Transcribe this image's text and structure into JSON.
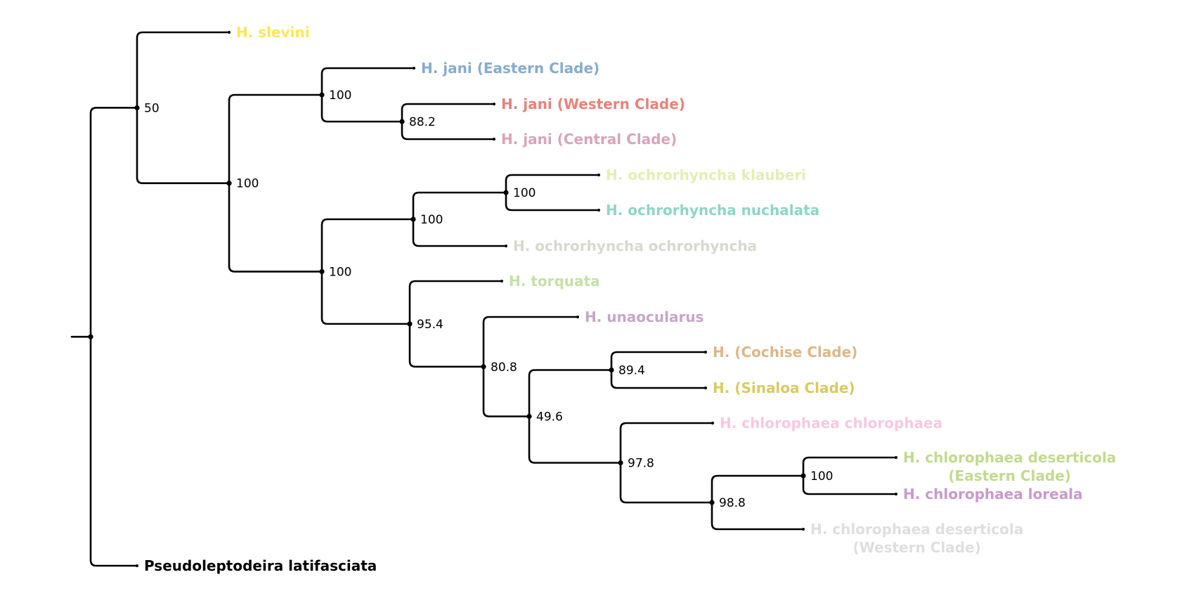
{
  "tree": {
    "tips": [
      {
        "id": "slevini",
        "label": [
          "H. slevini"
        ],
        "color": "#FCE65A"
      },
      {
        "id": "jani_e",
        "label": [
          "H. jani (Eastern Clade)"
        ],
        "color": "#86ACCF"
      },
      {
        "id": "jani_w",
        "label": [
          "H. jani (Western Clade)"
        ],
        "color": "#E88379"
      },
      {
        "id": "jani_c",
        "label": [
          "H. jani (Central Clade)"
        ],
        "color": "#D7A4B8"
      },
      {
        "id": "och_k",
        "label": [
          "H. ochrorhyncha klauberi"
        ],
        "color": "#E3EEB4"
      },
      {
        "id": "och_n",
        "label": [
          "H. ochrorhyncha nuchalata"
        ],
        "color": "#8ED6C6"
      },
      {
        "id": "och_o",
        "label": [
          "H. ochrorhyncha ochrorhyncha"
        ],
        "color": "#D9D8CE"
      },
      {
        "id": "torq",
        "label": [
          "H. torquata"
        ],
        "color": "#C6E0A6"
      },
      {
        "id": "unao",
        "label": [
          "H. unaocularus"
        ],
        "color": "#C6A7C8"
      },
      {
        "id": "coch",
        "label": [
          "H. (Cochise Clade)"
        ],
        "color": "#DDB787"
      },
      {
        "id": "sina",
        "label": [
          "H. (Sinaloa Clade)"
        ],
        "color": "#D9CA63"
      },
      {
        "id": "chl_c",
        "label": [
          "H. chlorophaea chlorophaea"
        ],
        "color": "#F6C8E1"
      },
      {
        "id": "chl_de",
        "label": [
          "H. chlorophaea deserticola",
          "(Eastern Clade)"
        ],
        "color": "#C2DA8C"
      },
      {
        "id": "chl_l",
        "label": [
          "H. chlorophaea loreala"
        ],
        "color": "#C79ACB"
      },
      {
        "id": "chl_dw",
        "label": [
          "H. chlorophaea deserticola",
          "(Western Clade)"
        ],
        "color": "#DEDEDE"
      },
      {
        "id": "pseudo",
        "label": [
          "Pseudoleptodeira latifasciata"
        ],
        "color": "#000000"
      }
    ],
    "internal_nodes": [
      {
        "id": "root",
        "support": "",
        "children": [
          "n50",
          "pseudo"
        ]
      },
      {
        "id": "n50",
        "support": "50",
        "children": [
          "slevini",
          "n100a"
        ]
      },
      {
        "id": "n100a",
        "support": "100",
        "children": [
          "n100b",
          "n100d"
        ]
      },
      {
        "id": "n100b",
        "support": "100",
        "children": [
          "jani_e",
          "n88"
        ]
      },
      {
        "id": "n88",
        "support": "88.2",
        "children": [
          "jani_w",
          "jani_c"
        ]
      },
      {
        "id": "n100d",
        "support": "100",
        "children": [
          "n100c",
          "n95"
        ]
      },
      {
        "id": "n100c",
        "support": "100",
        "children": [
          "n100e",
          "och_o"
        ]
      },
      {
        "id": "n100e",
        "support": "100",
        "children": [
          "och_k",
          "och_n"
        ]
      },
      {
        "id": "n95",
        "support": "95.4",
        "children": [
          "torq",
          "n80"
        ]
      },
      {
        "id": "n80",
        "support": "80.8",
        "children": [
          "unao",
          "n49"
        ]
      },
      {
        "id": "n49",
        "support": "49.6",
        "children": [
          "n89",
          "n97"
        ]
      },
      {
        "id": "n89",
        "support": "89.4",
        "children": [
          "coch",
          "sina"
        ]
      },
      {
        "id": "n97",
        "support": "97.8",
        "children": [
          "chl_c",
          "n98"
        ]
      },
      {
        "id": "n98",
        "support": "98.8",
        "children": [
          "n100f",
          "chl_dw"
        ]
      },
      {
        "id": "n100f",
        "support": "100",
        "children": [
          "chl_de",
          "chl_l"
        ]
      }
    ]
  }
}
